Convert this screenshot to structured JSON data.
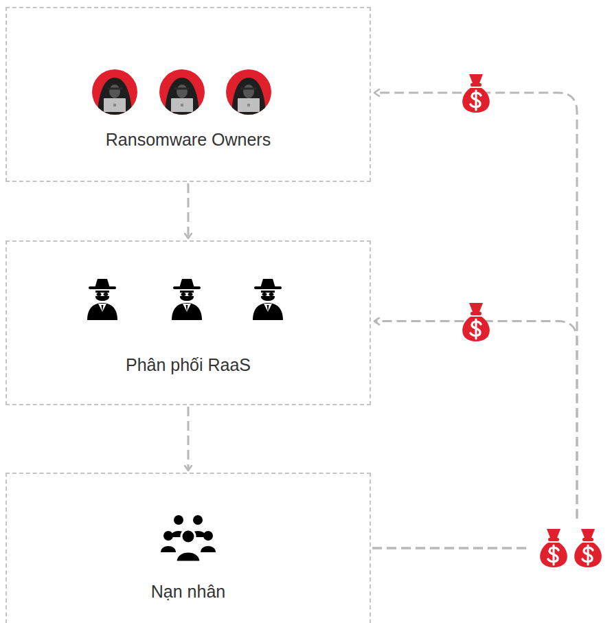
{
  "diagram": {
    "nodes": [
      {
        "text": [
          "Ransomware Owners"
        ]
      },
      {
        "text": [
          "Phân phối RaaS"
        ]
      },
      {
        "text": [
          "Nạn nhân"
        ]
      }
    ],
    "edges": [
      {
        "from": 0,
        "to": 1,
        "arrow": "to"
      },
      {
        "from": 1,
        "to": 2,
        "arrow": "to"
      },
      {
        "from": 2,
        "to": 0,
        "arrow": "to"
      },
      {
        "from": 2,
        "to": 1,
        "arrow": "to"
      }
    ]
  }
}
